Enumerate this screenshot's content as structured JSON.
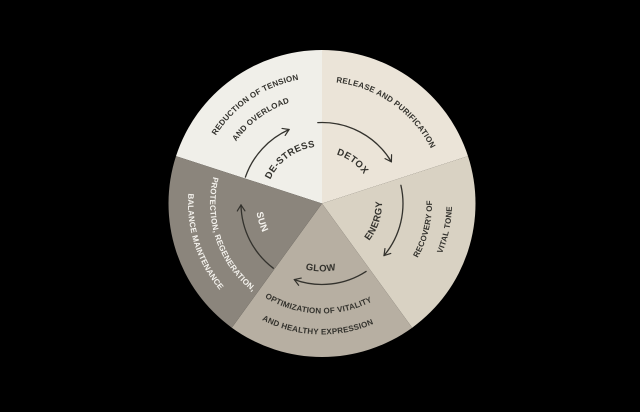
{
  "background_color": "#000000",
  "wheel": {
    "arrow_color": "#33322d",
    "segments": [
      {
        "id": "de-stress",
        "label": "DE-STRESS",
        "description_lines": [
          "REDUCTION OF TENSION",
          "AND OVERLOAD"
        ],
        "color": "#f0efe9",
        "text_color": "#33322d"
      },
      {
        "id": "detox",
        "label": "DETOX",
        "description_lines": [
          "RELEASE AND PURIFICATION"
        ],
        "color": "#ebe4d8",
        "text_color": "#33322d"
      },
      {
        "id": "energy",
        "label": "ENERGY",
        "description_lines": [
          "RECOVERY OF",
          "VITAL TONE"
        ],
        "color": "#d9d2c3",
        "text_color": "#33322d"
      },
      {
        "id": "glow",
        "label": "GLOW",
        "description_lines": [
          "OPTIMIZATION OF VITALITY",
          "AND HEALTHY EXPRESSION"
        ],
        "color": "#b7afa2",
        "text_color": "#33322d"
      },
      {
        "id": "sun",
        "label": "SUN",
        "description_lines": [
          "PROTECTION, REGENERATION,",
          "BALANCE MAINTENANCE"
        ],
        "color": "#8b857c",
        "text_color": "#f5f3ee"
      }
    ]
  }
}
